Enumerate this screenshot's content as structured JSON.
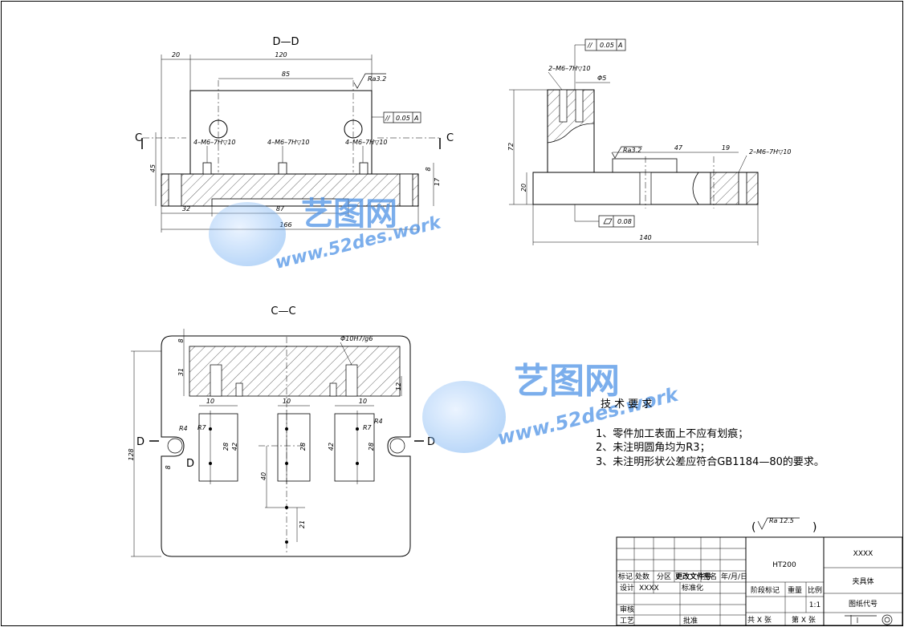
{
  "views": {
    "dd": {
      "title": "D—D",
      "cut_mark": "C"
    },
    "cc": {
      "title": "C—C",
      "cut_mark": "D"
    }
  },
  "dims": {
    "dd": {
      "w20": "20",
      "w120": "120",
      "w85": "85",
      "w32": "32",
      "w87": "87",
      "w166": "166",
      "h45": "45",
      "h17": "17",
      "h8": "8"
    },
    "side": {
      "h72": "72",
      "h20": "20",
      "w47": "47",
      "w19": "19",
      "w140": "140",
      "phi5": "Φ5"
    },
    "cc": {
      "h8": "8",
      "h31": "31",
      "h12": "12",
      "w10a": "10",
      "w10b": "10",
      "w10c": "10",
      "h128": "128",
      "h8b": "8",
      "h42a": "42",
      "h42b": "42",
      "h28a": "28",
      "h28b": "28",
      "h28c": "28",
      "h40": "40",
      "h21": "21"
    }
  },
  "callouts": {
    "hole_a": "4–M6–7H▽10",
    "hole_b": "4–M6–7H▽10",
    "hole_c": "4–M6–7H▽10",
    "hole_side": "2–M6–7H▽10",
    "hole_side2": "2–M6–7H▽10",
    "pin_hole": "Φ10H7/g6",
    "r4a": "R4",
    "r7a": "R7",
    "r4b": "R4",
    "r7b": "R7"
  },
  "tolerances": {
    "dd_par_sym": "//",
    "dd_par_val": "0.05",
    "dd_par_ref": "A",
    "side_par_sym": "//",
    "side_par_val": "0.05",
    "side_par_ref": "A",
    "flat_val": "0.08"
  },
  "surface": {
    "dd": "Ra3.2",
    "side": "Ra3.2",
    "general": "Ra 12.5"
  },
  "notes": {
    "heading": "技 术 要 求",
    "items": [
      "1、零件加工表面上不应有划痕；",
      "2、未注明圆角均为R3；",
      "3、未注明形状公差应符合GB1184—80的要求。"
    ]
  },
  "watermark": {
    "brand": "艺图网",
    "url": "www.52des.work"
  },
  "title_block": {
    "material": "HT200",
    "company": "XXXX",
    "part_name": "夹具体",
    "drawing_no": "图纸代号",
    "mark": "标记",
    "count": "处数",
    "zone": "分区",
    "change_doc": "更改文件号",
    "sign": "签名",
    "date": "年/月/日",
    "design": "设计",
    "designer": "XXXX",
    "standard": "标准化",
    "stage": "阶段标记",
    "weight": "重量",
    "scale": "比例",
    "scale_val": "1:1",
    "review": "审核",
    "craft": "工艺",
    "approve": "批准",
    "total_sheets": "共  X  张",
    "sheet_no": "第  X  张"
  }
}
